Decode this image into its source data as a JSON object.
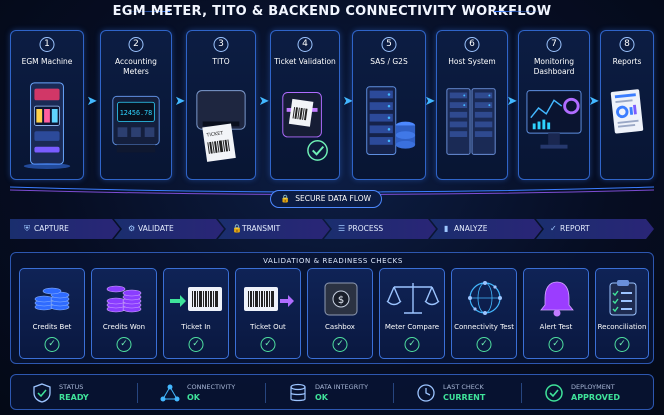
{
  "title": "EGM METER, TITO & BACKEND CONNECTIVITY WORKFLOW",
  "colors": {
    "accent": "#3b7dff",
    "cyan": "#43b8ff",
    "ok": "#3fe39a",
    "purple": "#9b5cff"
  },
  "steps": [
    {
      "num": "1",
      "label": "EGM Machine",
      "icon": "slot-machine-icon"
    },
    {
      "num": "2",
      "label": "Accounting Meters",
      "icon": "meter-display-icon",
      "display": "12456.78"
    },
    {
      "num": "3",
      "label": "TITO",
      "icon": "ticket-printer-icon",
      "ticket": "TICKET"
    },
    {
      "num": "4",
      "label": "Ticket Validation",
      "icon": "ticket-validator-icon"
    },
    {
      "num": "5",
      "label": "SAS / G2S",
      "icon": "server-rack-icon"
    },
    {
      "num": "6",
      "label": "Host System",
      "icon": "host-servers-icon"
    },
    {
      "num": "7",
      "label": "Monitoring Dashboard",
      "icon": "dashboard-monitor-icon"
    },
    {
      "num": "8",
      "label": "Reports",
      "icon": "report-document-icon"
    }
  ],
  "secure_flow": "SECURE DATA FLOW",
  "pipeline": [
    {
      "label": "CAPTURE",
      "icon": "shield-icon"
    },
    {
      "label": "VALIDATE",
      "icon": "gear-icon"
    },
    {
      "label": "TRANSMIT",
      "icon": "lock-icon"
    },
    {
      "label": "PROCESS",
      "icon": "server-icon"
    },
    {
      "label": "ANALYZE",
      "icon": "bar-chart-icon"
    },
    {
      "label": "REPORT",
      "icon": "check-circle-icon"
    }
  ],
  "checks": {
    "title": "VALIDATION & READINESS CHECKS",
    "items": [
      {
        "label": "Credits Bet",
        "icon": "blue-coins-icon"
      },
      {
        "label": "Credits Won",
        "icon": "purple-coins-icon"
      },
      {
        "label": "Ticket In",
        "icon": "ticket-in-icon"
      },
      {
        "label": "Ticket Out",
        "icon": "ticket-out-icon"
      },
      {
        "label": "Cashbox",
        "icon": "cashbox-icon"
      },
      {
        "label": "Meter Compare",
        "icon": "balance-scale-icon"
      },
      {
        "label": "Connectivity Test",
        "icon": "network-globe-icon"
      },
      {
        "label": "Alert Test",
        "icon": "bell-icon"
      },
      {
        "label": "Reconciliation",
        "icon": "clipboard-icon"
      }
    ]
  },
  "status": [
    {
      "key": "STATUS",
      "value": "READY",
      "icon": "shield-check-icon"
    },
    {
      "key": "CONNECTIVITY",
      "value": "OK",
      "icon": "network-icon"
    },
    {
      "key": "DATA INTEGRITY",
      "value": "OK",
      "icon": "database-icon"
    },
    {
      "key": "LAST CHECK",
      "value": "CURRENT",
      "icon": "clock-icon"
    },
    {
      "key": "DEPLOYMENT",
      "value": "APPROVED",
      "icon": "check-circle-icon"
    }
  ]
}
